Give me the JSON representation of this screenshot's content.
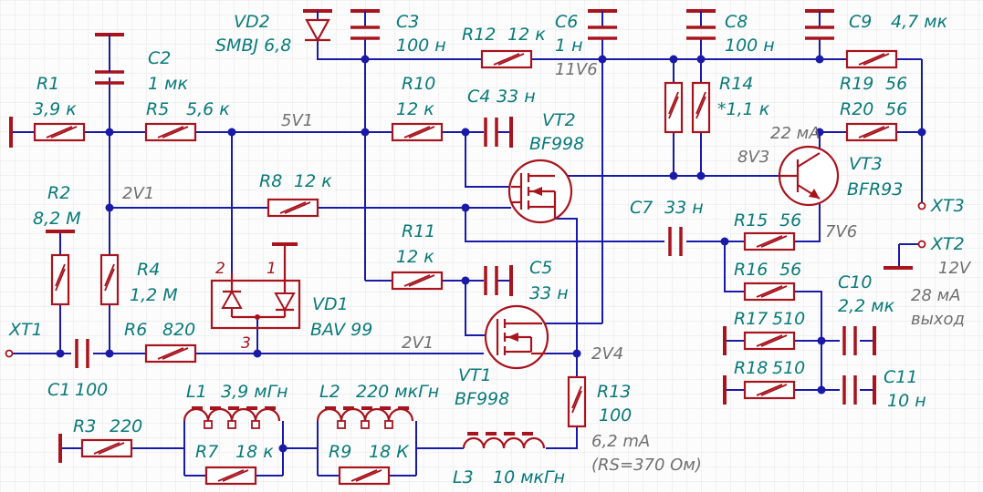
{
  "diagram": {
    "components": {
      "R1": {
        "ref": "R1",
        "value": "3,9 к"
      },
      "R2": {
        "ref": "R2",
        "value": "8,2 M"
      },
      "R3": {
        "ref": "R3",
        "value": "220"
      },
      "R4": {
        "ref": "R4",
        "value": "1,2 M"
      },
      "R5": {
        "ref": "R5",
        "value": "5,6 к"
      },
      "R6": {
        "ref": "R6",
        "value": "820"
      },
      "R7": {
        "ref": "R7",
        "value": "18 к"
      },
      "R8": {
        "ref": "R8",
        "value": "12 к"
      },
      "R9": {
        "ref": "R9",
        "value": "18 К"
      },
      "R10": {
        "ref": "R10",
        "value": "12 к"
      },
      "R11": {
        "ref": "R11",
        "value": "12 к"
      },
      "R12": {
        "ref": "R12",
        "value": "12 к"
      },
      "R13": {
        "ref": "R13",
        "value": "100"
      },
      "R14": {
        "ref": "R14",
        "value": "*1,1 к"
      },
      "R15": {
        "ref": "R15",
        "value": "56"
      },
      "R16": {
        "ref": "R16",
        "value": "56"
      },
      "R17": {
        "ref": "R17",
        "value": "510"
      },
      "R18": {
        "ref": "R18",
        "value": "510"
      },
      "R19": {
        "ref": "R19",
        "value": "56"
      },
      "R20": {
        "ref": "R20",
        "value": "56"
      },
      "C1": {
        "ref": "C1",
        "value": "100"
      },
      "C2": {
        "ref": "C2",
        "value": "1 мк"
      },
      "C3": {
        "ref": "C3",
        "value": "100 н"
      },
      "C4": {
        "ref": "C4",
        "value": "33 н"
      },
      "C5": {
        "ref": "C5",
        "value": "33 н"
      },
      "C6": {
        "ref": "C6",
        "value": "1 н"
      },
      "C7": {
        "ref": "C7",
        "value": "33 н"
      },
      "C8": {
        "ref": "C8",
        "value": "100 н"
      },
      "C9": {
        "ref": "C9",
        "value": "4,7 мк"
      },
      "C10": {
        "ref": "C10",
        "value": "2,2 мк"
      },
      "C11": {
        "ref": "C11",
        "value": "10 н"
      },
      "L1": {
        "ref": "L1",
        "value": "3,9 мГн"
      },
      "L2": {
        "ref": "L2",
        "value": "220 мкГн"
      },
      "L3": {
        "ref": "L3",
        "value": "10 мкГн"
      },
      "VD1": {
        "ref": "VD1",
        "value": "BAV 99"
      },
      "VD2": {
        "ref": "VD2",
        "value": "SMBJ 6,8"
      },
      "VT1": {
        "ref": "VT1",
        "value": "BF998"
      },
      "VT2": {
        "ref": "VT2",
        "value": "BF998"
      },
      "VT3": {
        "ref": "VT3",
        "value": "BFR93"
      }
    },
    "connectors": {
      "XT1": "XT1",
      "XT2": "XT2",
      "XT3": "XT3"
    },
    "pins": {
      "p1": "1",
      "p2": "2",
      "p3": "3"
    },
    "nets": {
      "n5v1": "5V1",
      "n2v1a": "2V1",
      "n2v1b": "2V1",
      "n2v4": "2V4",
      "n11v6": "11V6",
      "n8v3": "8V3",
      "n7v6": "7V6",
      "i22": "22 мА",
      "r13_current": "6,2 mA",
      "r13_rs": "(RS=370 Ом)",
      "out_voltage": "12V",
      "out_current": "28 мА",
      "out_label": "выход"
    }
  }
}
